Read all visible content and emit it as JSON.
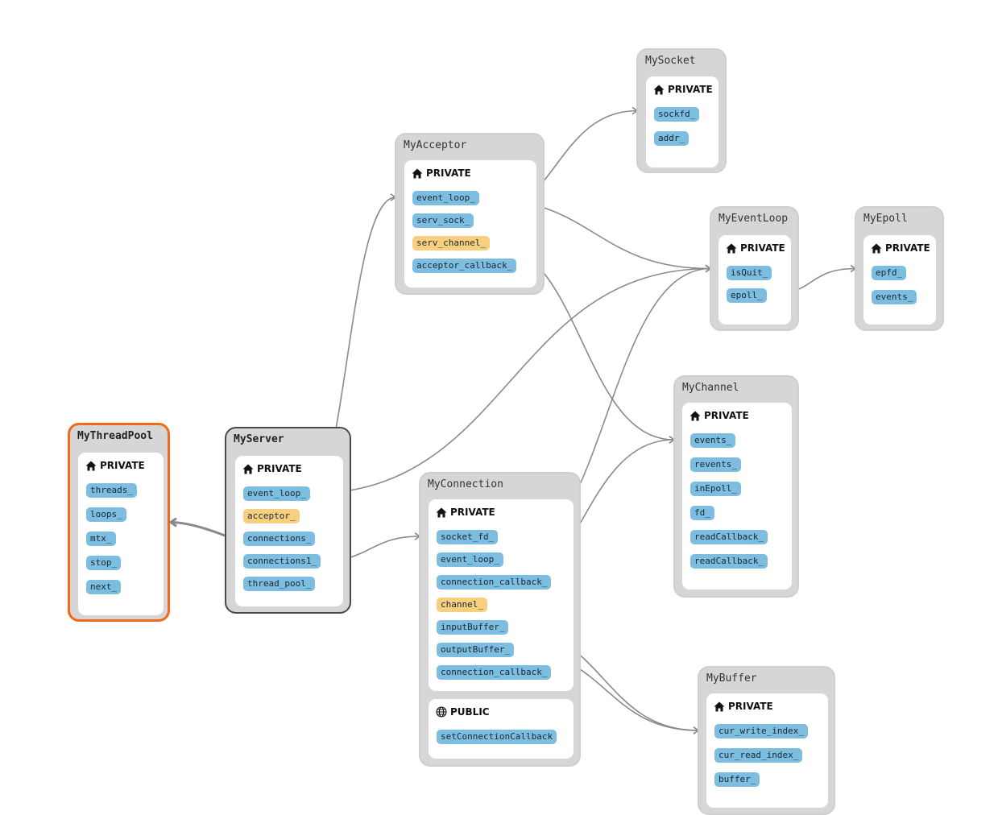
{
  "colors": {
    "field": "#7cbde0",
    "field_highlight": "#f7cf7e",
    "node_bg": "#d6d6d6",
    "selected_border": "#f06a1c",
    "active_border": "#4a4a4a",
    "edge": "#8a8a8a"
  },
  "icons": {
    "private": "house-icon",
    "public": "globe-icon"
  },
  "nodes": [
    {
      "id": "MyThreadPool",
      "title": "MyThreadPool",
      "state": "selected",
      "sections": [
        {
          "label": "PRIVATE",
          "icon": "house-icon",
          "fields": [
            {
              "name": "threads_"
            },
            {
              "name": "loops_"
            },
            {
              "name": "mtx_"
            },
            {
              "name": "stop_"
            },
            {
              "name": "next_"
            }
          ]
        }
      ]
    },
    {
      "id": "MyServer",
      "title": "MyServer",
      "state": "active",
      "sections": [
        {
          "label": "PRIVATE",
          "icon": "house-icon",
          "fields": [
            {
              "name": "event_loop_"
            },
            {
              "name": "acceptor_",
              "highlight": true
            },
            {
              "name": "connections_"
            },
            {
              "name": "connections1_"
            },
            {
              "name": "thread_pool_"
            }
          ]
        }
      ]
    },
    {
      "id": "MyAcceptor",
      "title": "MyAcceptor",
      "state": "normal",
      "sections": [
        {
          "label": "PRIVATE",
          "icon": "house-icon",
          "fields": [
            {
              "name": "event_loop_"
            },
            {
              "name": "serv_sock_"
            },
            {
              "name": "serv_channel_",
              "highlight": true
            },
            {
              "name": "acceptor_callback_"
            }
          ]
        }
      ]
    },
    {
      "id": "MySocket",
      "title": "MySocket",
      "state": "normal",
      "sections": [
        {
          "label": "PRIVATE",
          "icon": "house-icon",
          "fields": [
            {
              "name": "sockfd_"
            },
            {
              "name": "addr_"
            }
          ]
        }
      ]
    },
    {
      "id": "MyEventLoop",
      "title": "MyEventLoop",
      "state": "normal",
      "sections": [
        {
          "label": "PRIVATE",
          "icon": "house-icon",
          "fields": [
            {
              "name": "isQuit_"
            },
            {
              "name": "epoll_"
            }
          ]
        }
      ]
    },
    {
      "id": "MyEpoll",
      "title": "MyEpoll",
      "state": "normal",
      "sections": [
        {
          "label": "PRIVATE",
          "icon": "house-icon",
          "fields": [
            {
              "name": "epfd_"
            },
            {
              "name": "events_"
            }
          ]
        }
      ]
    },
    {
      "id": "MyChannel",
      "title": "MyChannel",
      "state": "normal",
      "sections": [
        {
          "label": "PRIVATE",
          "icon": "house-icon",
          "fields": [
            {
              "name": "events_"
            },
            {
              "name": "revents_"
            },
            {
              "name": "inEpoll_"
            },
            {
              "name": "fd_"
            },
            {
              "name": "readCallback_"
            },
            {
              "name": "readCallback_"
            }
          ]
        }
      ]
    },
    {
      "id": "MyConnection",
      "title": "MyConnection",
      "state": "normal",
      "sections": [
        {
          "label": "PRIVATE",
          "icon": "house-icon",
          "fields": [
            {
              "name": "socket_fd_"
            },
            {
              "name": "event_loop_"
            },
            {
              "name": "connection_callback_"
            },
            {
              "name": "channel_",
              "highlight": true
            },
            {
              "name": "inputBuffer_"
            },
            {
              "name": "outputBuffer_"
            },
            {
              "name": "connection_callback_"
            }
          ]
        },
        {
          "label": "PUBLIC",
          "icon": "globe-icon",
          "fields": [
            {
              "name": "setConnectionCallback"
            }
          ]
        }
      ]
    },
    {
      "id": "MyBuffer",
      "title": "MyBuffer",
      "state": "normal",
      "sections": [
        {
          "label": "PRIVATE",
          "icon": "house-icon",
          "fields": [
            {
              "name": "cur_write_index_"
            },
            {
              "name": "cur_read_index_"
            },
            {
              "name": "buffer_"
            }
          ]
        }
      ]
    }
  ],
  "edges": [
    {
      "from": "MyServer.event_loop_",
      "to": "MyEventLoop"
    },
    {
      "from": "MyServer.acceptor_",
      "to": "MyAcceptor"
    },
    {
      "from": "MyServer.connections1_",
      "to": "MyConnection"
    },
    {
      "from": "MyServer.thread_pool_",
      "to": "MyThreadPool",
      "emphasis": true
    },
    {
      "from": "MyAcceptor.event_loop_",
      "to": "MyEventLoop"
    },
    {
      "from": "MyAcceptor.serv_sock_",
      "to": "MySocket"
    },
    {
      "from": "MyAcceptor.serv_channel_",
      "to": "MyChannel"
    },
    {
      "from": "MyEventLoop.epoll_",
      "to": "MyEpoll"
    },
    {
      "from": "MyConnection.event_loop_",
      "to": "MyEventLoop"
    },
    {
      "from": "MyConnection.channel_",
      "to": "MyChannel"
    },
    {
      "from": "MyConnection.inputBuffer_",
      "to": "MyBuffer"
    },
    {
      "from": "MyConnection.outputBuffer_",
      "to": "MyBuffer"
    }
  ]
}
